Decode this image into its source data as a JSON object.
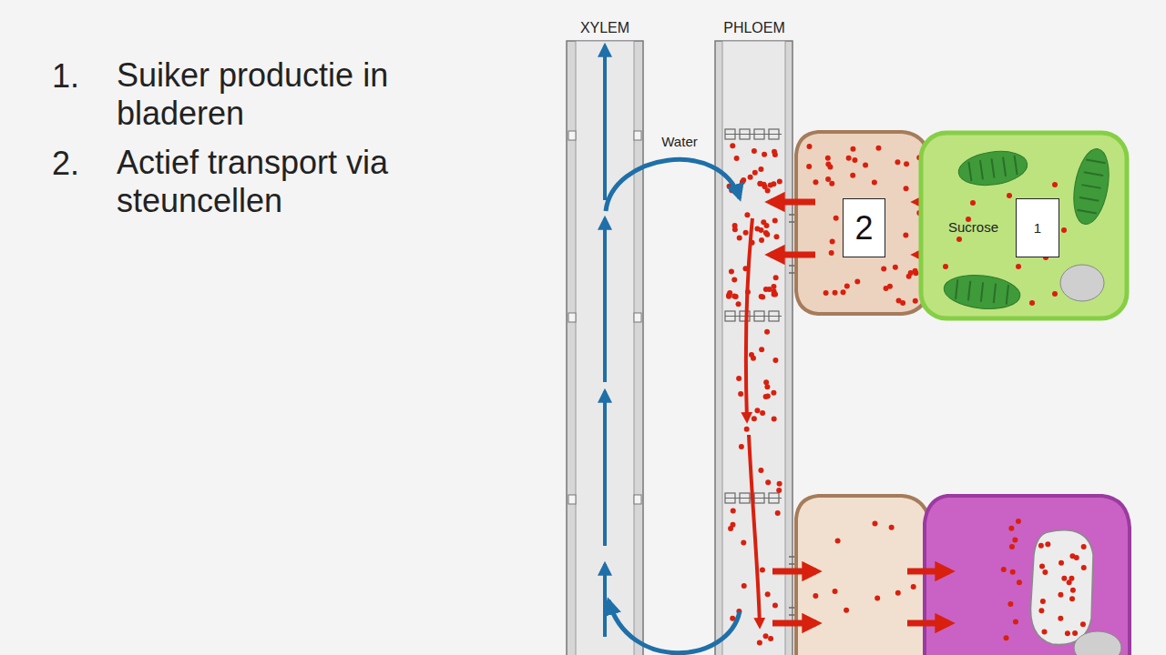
{
  "diagram": {
    "nodes": [
      {
        "text": [
          "2"
        ]
      },
      {
        "text": [
          "Sucrose"
        ]
      },
      {
        "text": [
          "1"
        ],
        "in": 1
      }
    ],
    "labels": [
      "1.",
      "Suiker productie in bladeren",
      "2.",
      "Actief transport via steuncellen",
      "XYLEM",
      "PHLOEM",
      "Water"
    ]
  }
}
